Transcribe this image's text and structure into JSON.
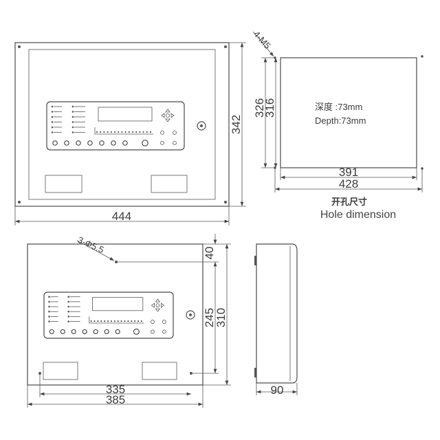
{
  "front_view_top": {
    "width_dim": "444",
    "height_dim": "342"
  },
  "hole_view": {
    "holes_label": "4-M5",
    "outer_height_dim": "326",
    "inner_height_dim": "316",
    "inner_width_dim": "391",
    "outer_width_dim": "428",
    "depth_cn": "深度 :73mm",
    "depth_en": "Depth:73mm",
    "caption_cn": "开孔尺寸",
    "caption_en": "Hole dimension"
  },
  "front_view_bottom": {
    "holes_label": "3-Φ5.5",
    "top_offset_dim": "40",
    "hole_spacing_v_dim": "245",
    "height_dim": "310",
    "hole_spacing_h_dim": "335",
    "width_dim": "385"
  },
  "side_view": {
    "depth_dim": "90"
  },
  "colors": {
    "line": "#4a4a4a"
  }
}
